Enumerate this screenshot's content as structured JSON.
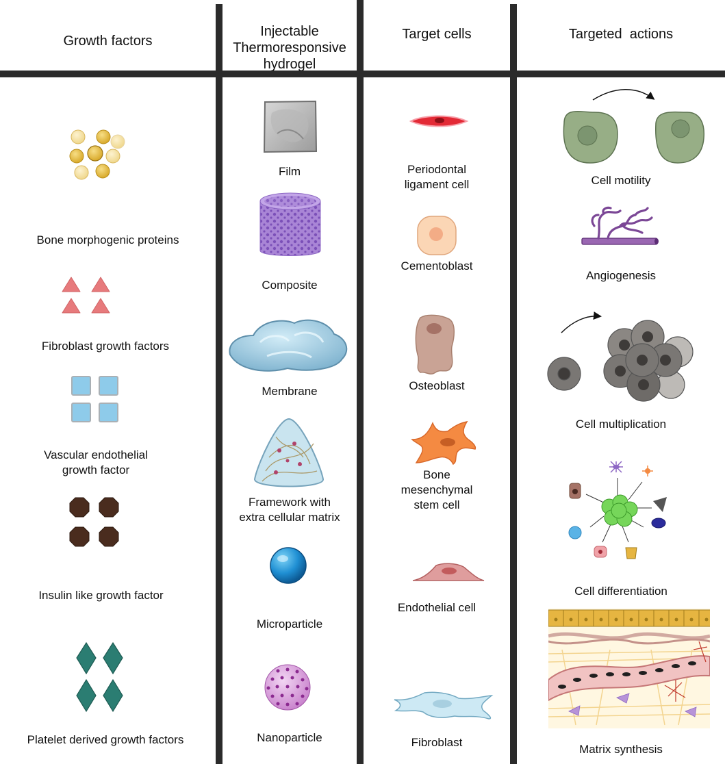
{
  "headers": {
    "growth_factors": "Growth factors",
    "hydrogel_line1": "Injectable",
    "hydrogel_line2": "Thermoresponsive",
    "hydrogel_line3": "hydrogel",
    "target_cells": "Target cells",
    "targeted_actions": "Targeted  actions"
  },
  "growth_factors": {
    "bmp": "Bone morphogenic proteins",
    "fgf": "Fibroblast growth factors",
    "vegf_line1": "Vascular endothelial",
    "vegf_line2": "growth factor",
    "igf": "Insulin like growth factor",
    "pdgf": "Platelet derived growth factors"
  },
  "hydrogel": {
    "film": "Film",
    "composite": "Composite",
    "membrane": "Membrane",
    "framework_line1": "Framework with",
    "framework_line2": "extra cellular matrix",
    "microparticle": "Microparticle",
    "nanoparticle": "Nanoparticle"
  },
  "cells": {
    "pdl_line1": "Periodontal",
    "pdl_line2": "ligament cell",
    "cementoblast": "Cementoblast",
    "osteoblast": "Osteoblast",
    "bmsc_line1": "Bone",
    "bmsc_line2": "mesenchymal",
    "bmsc_line3": "stem cell",
    "endothelial": "Endothelial cell",
    "fibroblast": "Fibroblast"
  },
  "actions": {
    "motility": "Cell motility",
    "angiogenesis": "Angiogenesis",
    "multiplication": "Cell multiplication",
    "differentiation": "Cell differentiation",
    "matrix": "Matrix synthesis"
  },
  "colors": {
    "bmp_yellow": "#e3b53a",
    "fgf_pink": "#e77a7c",
    "vegf_blue": "#8ecbea",
    "igf_brown": "#4a2c1e",
    "pdgf_teal": "#2b7d72",
    "divider": "#2b2b2b"
  }
}
